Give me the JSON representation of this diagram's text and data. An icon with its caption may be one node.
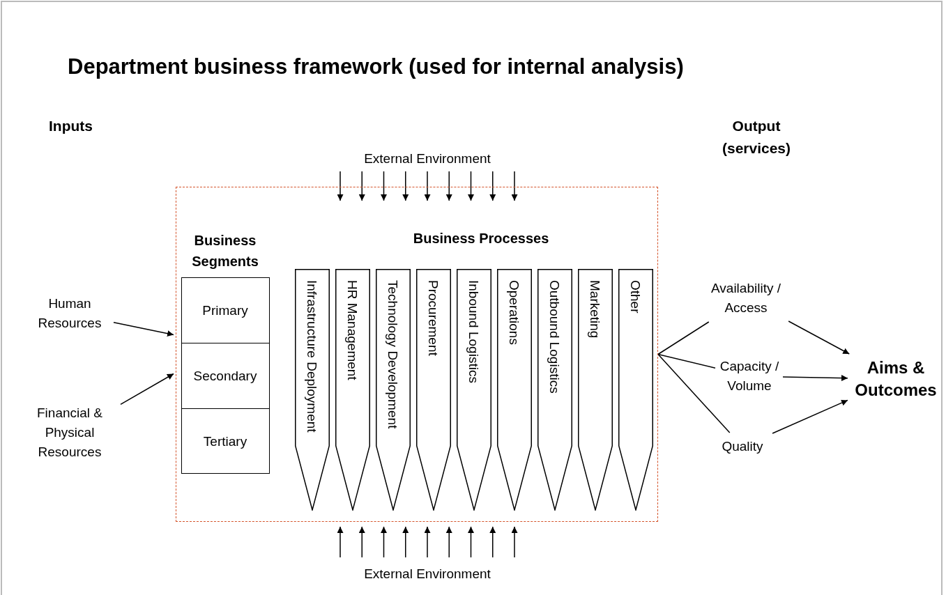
{
  "diagram": {
    "title": "Department business framework (used for internal analysis)",
    "nodes": [
      {
        "text": [
          "Human Resources"
        ]
      },
      {
        "text": [
          "Financial & Physical Resources"
        ]
      },
      {
        "text": [],
        "shape": "box"
      },
      {
        "text": [
          "Business Segments"
        ],
        "in": 2
      },
      {
        "text": [
          "Primary"
        ],
        "in": 3
      },
      {
        "text": [
          "Secondary"
        ],
        "in": 3
      },
      {
        "text": [
          "Tertiary"
        ],
        "in": 3
      },
      {
        "text": [
          "Infrastructure Deployment"
        ],
        "in": 2
      },
      {
        "text": [
          "HR Management"
        ],
        "in": 2
      },
      {
        "text": [
          "Technology Development"
        ],
        "in": 2
      },
      {
        "text": [
          "Procurement"
        ],
        "in": 2
      },
      {
        "text": [
          "Inbound Logistics"
        ],
        "in": 2
      },
      {
        "text": [
          "Operations"
        ],
        "in": 2
      },
      {
        "text": [
          "Outbound Logistics"
        ],
        "in": 2
      },
      {
        "text": [
          "Marketing"
        ],
        "in": 2
      },
      {
        "text": [
          "Other"
        ],
        "in": 2
      },
      {
        "text": [
          "External Environment"
        ]
      },
      {
        "text": [
          "External Environment"
        ]
      },
      {
        "text": [
          "Availability / Access"
        ]
      },
      {
        "text": [
          "Capacity / Volume"
        ]
      },
      {
        "text": [
          "Quality"
        ]
      },
      {
        "text": [
          "Aims & Outcomes"
        ]
      }
    ],
    "edges": [
      {
        "from": 0,
        "to": 2,
        "arrow": "to"
      },
      {
        "from": 1,
        "to": 2,
        "arrow": "to"
      },
      {
        "from": 16,
        "to": 2,
        "arrow": "to"
      },
      {
        "from": 16,
        "to": 2,
        "arrow": "to"
      },
      {
        "from": 16,
        "to": 2,
        "arrow": "to"
      },
      {
        "from": 16,
        "to": 2,
        "arrow": "to"
      },
      {
        "from": 16,
        "to": 2,
        "arrow": "to"
      },
      {
        "from": 16,
        "to": 2,
        "arrow": "to"
      },
      {
        "from": 16,
        "to": 2,
        "arrow": "to"
      },
      {
        "from": 16,
        "to": 2,
        "arrow": "to"
      },
      {
        "from": 16,
        "to": 2,
        "arrow": "to"
      },
      {
        "from": 17,
        "to": 2,
        "arrow": "to"
      },
      {
        "from": 17,
        "to": 2,
        "arrow": "to"
      },
      {
        "from": 17,
        "to": 2,
        "arrow": "to"
      },
      {
        "from": 17,
        "to": 2,
        "arrow": "to"
      },
      {
        "from": 17,
        "to": 2,
        "arrow": "to"
      },
      {
        "from": 17,
        "to": 2,
        "arrow": "to"
      },
      {
        "from": 17,
        "to": 2,
        "arrow": "to"
      },
      {
        "from": 17,
        "to": 2,
        "arrow": "to"
      },
      {
        "from": 17,
        "to": 2,
        "arrow": "to"
      },
      {
        "from": 2,
        "to": 18,
        "arrow": "none"
      },
      {
        "from": 2,
        "to": 19,
        "arrow": "none"
      },
      {
        "from": 2,
        "to": 20,
        "arrow": "none"
      },
      {
        "from": 18,
        "to": 21,
        "arrow": "to"
      },
      {
        "from": 19,
        "to": 21,
        "arrow": "to"
      },
      {
        "from": 20,
        "to": 21,
        "arrow": "to"
      }
    ],
    "labels": [
      "Inputs",
      "Output (services)",
      "Business Processes"
    ]
  }
}
